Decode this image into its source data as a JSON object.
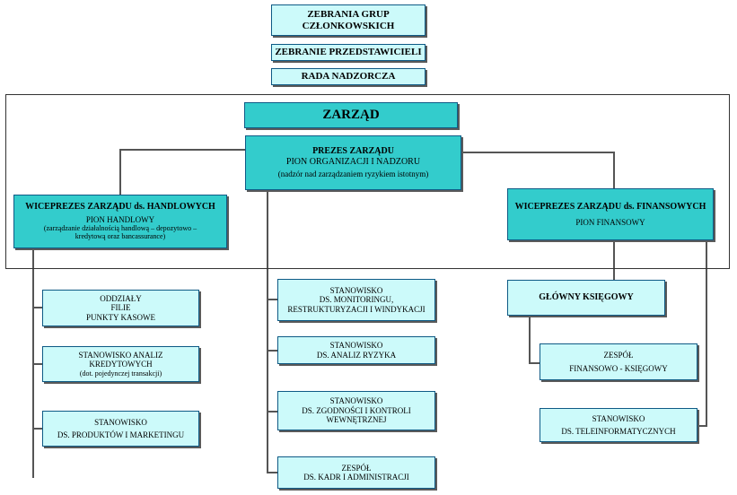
{
  "nodes": {
    "zebrania": {
      "lines": [
        "ZEBRANIA GRUP",
        "CZŁONKOWSKICH"
      ]
    },
    "zebranie": {
      "lines": [
        "ZEBRANIE PRZEDSTAWICIELI"
      ]
    },
    "rada": {
      "lines": [
        "RADA NADZORCZA"
      ]
    },
    "zarzad": {
      "lines": [
        "ZARZĄD"
      ]
    },
    "prezes": {
      "lines": [
        "PREZES ZARZĄDU",
        "PION ORGANIZACJI I NADZORU",
        "(nadzór nad zarządzaniem ryzykiem istotnym)"
      ]
    },
    "wice_handel": {
      "lines": [
        "WICEPREZES ZARZĄDU ds. HANDLOWYCH",
        "PION HANDLOWY",
        "(zarządzanie  działalnością handlową – depozytowo –",
        "kredytową oraz bancassurance)"
      ]
    },
    "wice_finanse": {
      "lines": [
        "WICEPREZES ZARZĄDU ds. FINANSOWYCH",
        "PION FINANSOWY"
      ]
    },
    "oddzialy": {
      "lines": [
        "ODDZIAŁY",
        "FILIE",
        "PUNKTY KASOWE"
      ]
    },
    "analiz_kred": {
      "lines": [
        "STANOWISKO ANALIZ",
        "KREDYTOWYCH",
        "(dot. pojedynczej transakcji)"
      ]
    },
    "produkty": {
      "lines": [
        "STANOWISKO",
        "DS. PRODUKTÓW I MARKETINGU"
      ]
    },
    "monitoring": {
      "lines": [
        "STANOWISKO",
        "DS. MONITORINGU,",
        "RESTRUKTURYZACJI I WINDYKACJI"
      ]
    },
    "ryzyko": {
      "lines": [
        "STANOWISKO",
        "DS. ANALIZ RYZYKA"
      ]
    },
    "zgodnosc": {
      "lines": [
        "STANOWISKO",
        "DS. ZGODNOŚCI I KONTROLI",
        "WEWNĘTRZNEJ"
      ]
    },
    "kadry": {
      "lines": [
        "ZESPÓŁ",
        "DS. KADR I ADMINISTRACJI"
      ]
    },
    "ksiegowy": {
      "lines": [
        "GŁÓWNY KSIĘGOWY"
      ]
    },
    "zespol_fin": {
      "lines": [
        "ZESPÓŁ",
        "FINANSOWO - KSIĘGOWY"
      ]
    },
    "teleinfo": {
      "lines": [
        "STANOWISKO",
        "DS. TELEINFORMATYCZNYCH"
      ]
    }
  },
  "colors": {
    "light_box": "#ccfafa",
    "teal_box": "#33cccc",
    "border": "#0e5a85",
    "connector": "#555555"
  }
}
